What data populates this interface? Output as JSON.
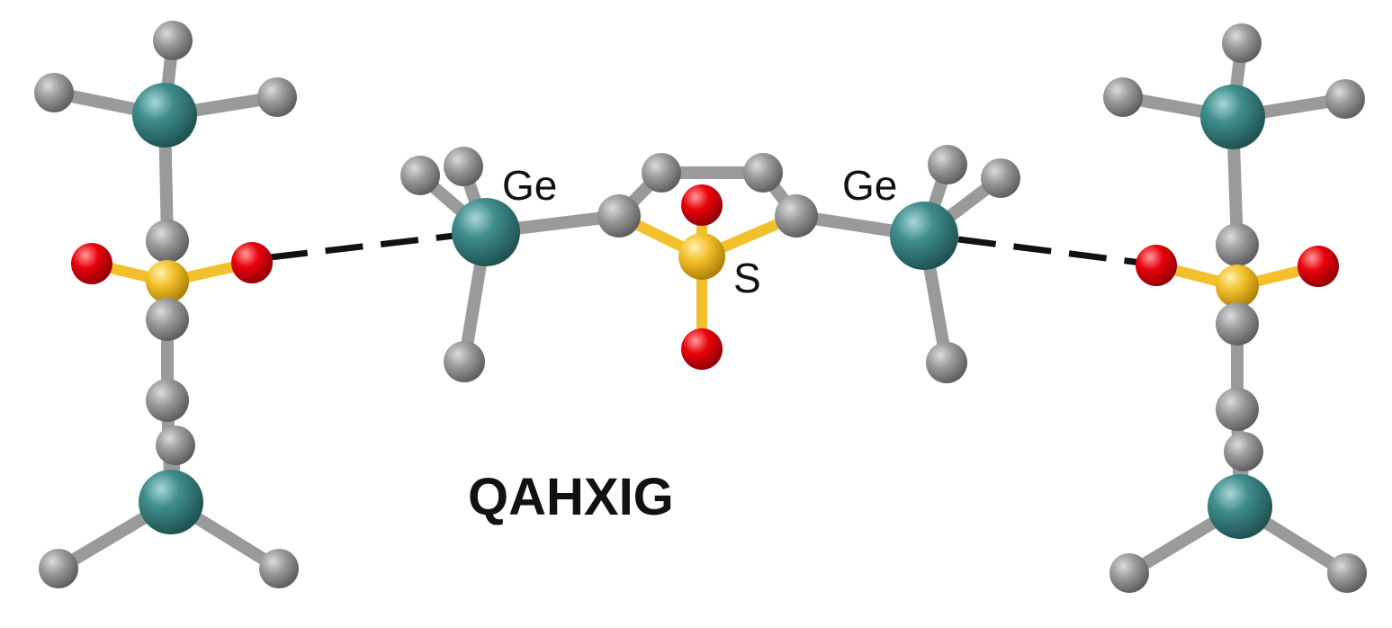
{
  "labels": {
    "ge_left": "Ge",
    "ge_right": "Ge",
    "sulfur": "S",
    "refcode": "QAHXIG"
  },
  "colors": {
    "carbon": "#8e8e8e",
    "germanium": "#3f8e8c",
    "sulfur": "#f2c02a",
    "oxygen": "#e8000b",
    "bond": "#9a9a9a",
    "contact": "#111111",
    "background": "#ffffff"
  }
}
